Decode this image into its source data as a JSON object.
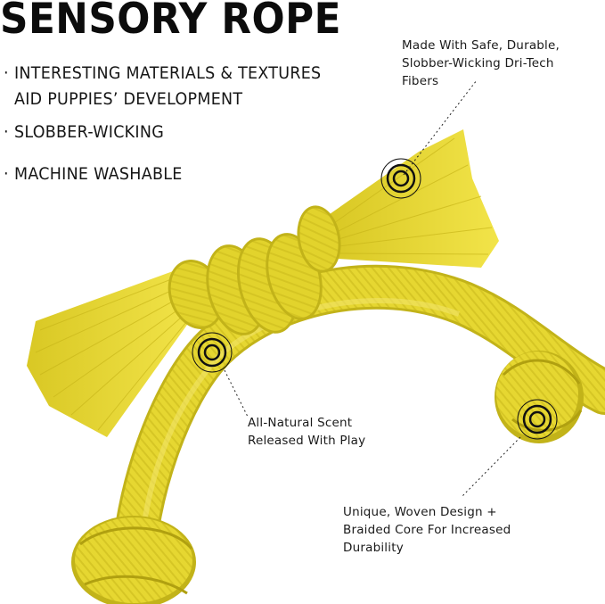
{
  "title": "SENSORY ROPE",
  "bullets": [
    {
      "marker": "·",
      "lines": [
        "INTERESTING MATERIALS & TEXTURES",
        "AID PUPPIES’ DEVELOPMENT"
      ]
    },
    {
      "marker": "·",
      "lines": [
        "SLOBBER-WICKING"
      ]
    },
    {
      "marker": "·",
      "lines": [
        "MACHINE WASHABLE"
      ]
    }
  ],
  "callouts": [
    {
      "id": "fibers",
      "lines": [
        "Made With Safe, Durable,",
        "Slobber-Wicking Dri-Tech",
        "Fibers"
      ]
    },
    {
      "id": "scent",
      "lines": [
        "All-Natural Scent",
        "Released With Play"
      ]
    },
    {
      "id": "design",
      "lines": [
        "Unique, Woven Design +",
        "Braided Core For Increased",
        "Durability"
      ]
    }
  ],
  "colors": {
    "rope_main": "#e4d62e",
    "rope_light": "#efe35a",
    "rope_shadow": "#b9aa14",
    "fringe": "#eddc3a",
    "text": "#111111",
    "background": "#ffffff"
  },
  "product_image": {
    "subject": "yellow braided rope dog toy with knots and frayed fringe ends"
  }
}
